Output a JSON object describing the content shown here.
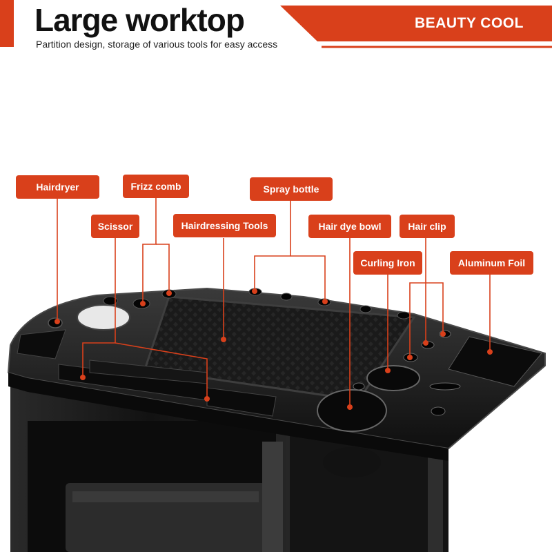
{
  "header": {
    "title": "Large worktop",
    "subtitle": "Partition design, storage of various tools for easy access",
    "brand": "BEAUTY COOL"
  },
  "callouts": {
    "hairdryer": "Hairdryer",
    "frizz_comb": "Frizz comb",
    "spray_bottle": "Spray bottle",
    "scissor": "Scissor",
    "hairdressing_tools": "Hairdressing Tools",
    "hair_dye_bowl": "Hair dye bowl",
    "hair_clip": "Hair clip",
    "curling_iron": "Curling Iron",
    "aluminum_foil": "Aluminum Foil"
  },
  "colors": {
    "accent": "#d9401b",
    "product": "#1b1b1b",
    "text": "#111111",
    "background": "#ffffff"
  }
}
